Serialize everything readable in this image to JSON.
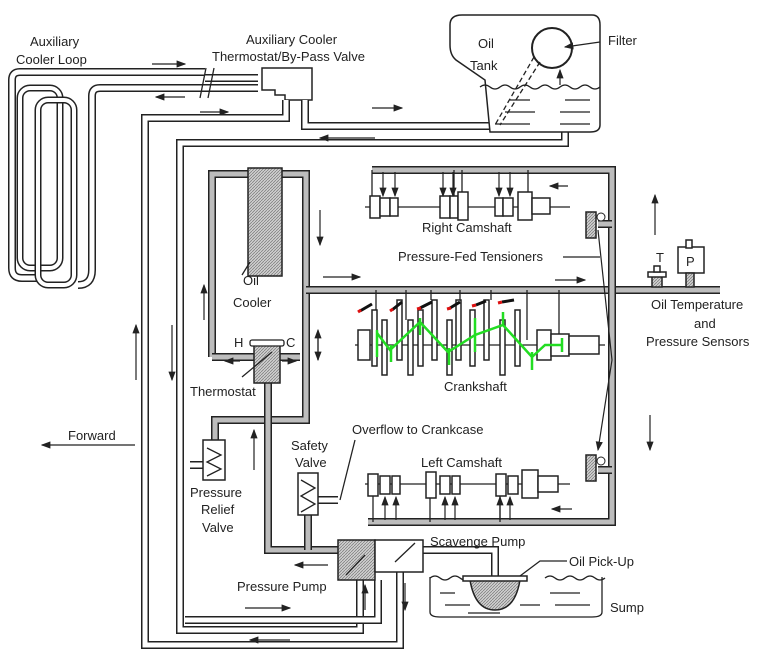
{
  "labels": {
    "aux_loop": [
      "Auxiliary",
      "Cooler Loop"
    ],
    "aux_valve": [
      "Auxiliary Cooler",
      "Thermostat/By-Pass Valve"
    ],
    "oil_tank": [
      "Oil",
      "Tank"
    ],
    "filter": "Filter",
    "right_camshaft": "Right Camshaft",
    "tensioners": "Pressure-Fed Tensioners",
    "sensor_t": "T",
    "sensor_p": "P",
    "sensors": [
      "Oil Temperature",
      "and",
      "Pressure Sensors"
    ],
    "oil_cooler": [
      "Oil",
      "Cooler"
    ],
    "hot": "H",
    "cold": "C",
    "thermostat": "Thermostat",
    "crankshaft": "Crankshaft",
    "forward": "Forward",
    "overflow": "Overflow to Crankcase",
    "safety_valve": [
      "Safety",
      "Valve"
    ],
    "left_camshaft": "Left Camshaft",
    "relief_valve": [
      "Pressure",
      "Relief",
      "Valve"
    ],
    "scavenge_pump": "Scavenge Pump",
    "oil_pickup": "Oil Pick-Up",
    "pressure_pump": "Pressure Pump",
    "sump": "Sump"
  },
  "colors": {
    "line": "#222222",
    "pipe_fill": "#bdbdbd",
    "crank_overlay": "#22dd22",
    "marker_red": "#dd1111"
  }
}
